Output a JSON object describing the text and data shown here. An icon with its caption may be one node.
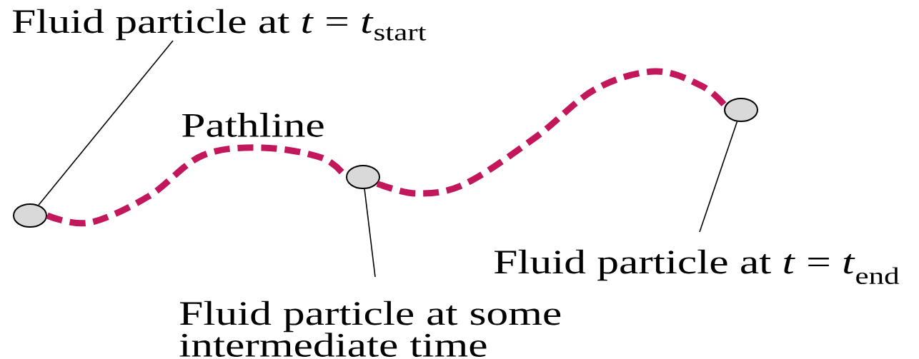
{
  "diagram": {
    "nodes": [
      {
        "text": [
          "Fluid particle at *t* = *t*$_{start}$"
        ]
      },
      {
        "text": [],
        "shape": "circle"
      },
      {
        "text": [],
        "shape": "circle"
      },
      {
        "text": [],
        "shape": "circle"
      },
      {
        "text": [
          "Fluid particle at some intermediate time"
        ]
      },
      {
        "text": [
          "Fluid particle at *t* = *t*$_{end}$"
        ]
      }
    ],
    "edges": [
      {
        "from": 1,
        "to": 2,
        "arrow": "none",
        "style": "dashed",
        "color": "#c2185b"
      },
      {
        "from": 2,
        "to": 3,
        "arrow": "none",
        "style": "dashed",
        "color": "#c2185b"
      },
      {
        "from": 0,
        "to": 1,
        "arrow": "none"
      },
      {
        "from": 4,
        "to": 2,
        "arrow": "none"
      },
      {
        "from": 5,
        "to": 3,
        "arrow": "none"
      }
    ],
    "labels": [
      "Pathline"
    ]
  }
}
